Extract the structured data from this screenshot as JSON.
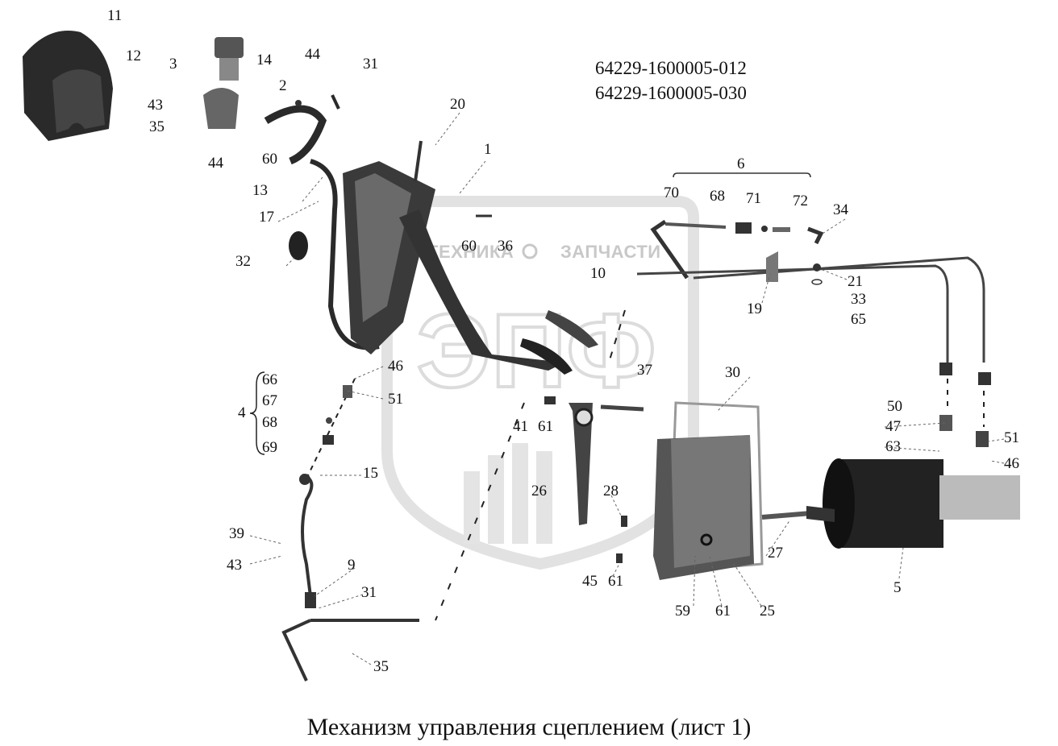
{
  "drawing_codes": [
    "64229-1600005-012",
    "64229-1600005-030"
  ],
  "caption": "Механизм управления сцеплением (лист 1)",
  "watermark": {
    "left_text": "ТЕХНИКА",
    "right_text": "ЗАПЧАСТИ",
    "logo_letters": "ЭПФ",
    "color": "#c8c8c8"
  },
  "parts_color": "#2a2a2a",
  "callouts": {
    "c11": "11",
    "c12": "12",
    "c3": "3",
    "c14": "14",
    "c44a": "44",
    "c31a": "31",
    "c2": "2",
    "c43a": "43",
    "c35a": "35",
    "c44b": "44",
    "c60a": "60",
    "c13": "13",
    "c17": "17",
    "c32": "32",
    "c20": "20",
    "c1": "1",
    "c6": "6",
    "c70": "70",
    "c68a": "68",
    "c71": "71",
    "c72": "72",
    "c34": "34",
    "c60b": "60",
    "c36": "36",
    "c10": "10",
    "c21": "21",
    "c19": "19",
    "c33": "33",
    "c65": "65",
    "c46a": "46",
    "c37": "37",
    "c30": "30",
    "c66": "66",
    "c67": "67",
    "c4": "4",
    "c68b": "68",
    "c69": "69",
    "c51a": "51",
    "c41": "41",
    "c61a": "61",
    "c50": "50",
    "c47": "47",
    "c63": "63",
    "c51b": "51",
    "c46b": "46",
    "c15": "15",
    "c26": "26",
    "c28": "28",
    "c27": "27",
    "c39": "39",
    "c43b": "43",
    "c9": "9",
    "c31b": "31",
    "c45": "45",
    "c61b": "61",
    "c5": "5",
    "c59": "59",
    "c61c": "61",
    "c25": "25",
    "c35b": "35"
  }
}
